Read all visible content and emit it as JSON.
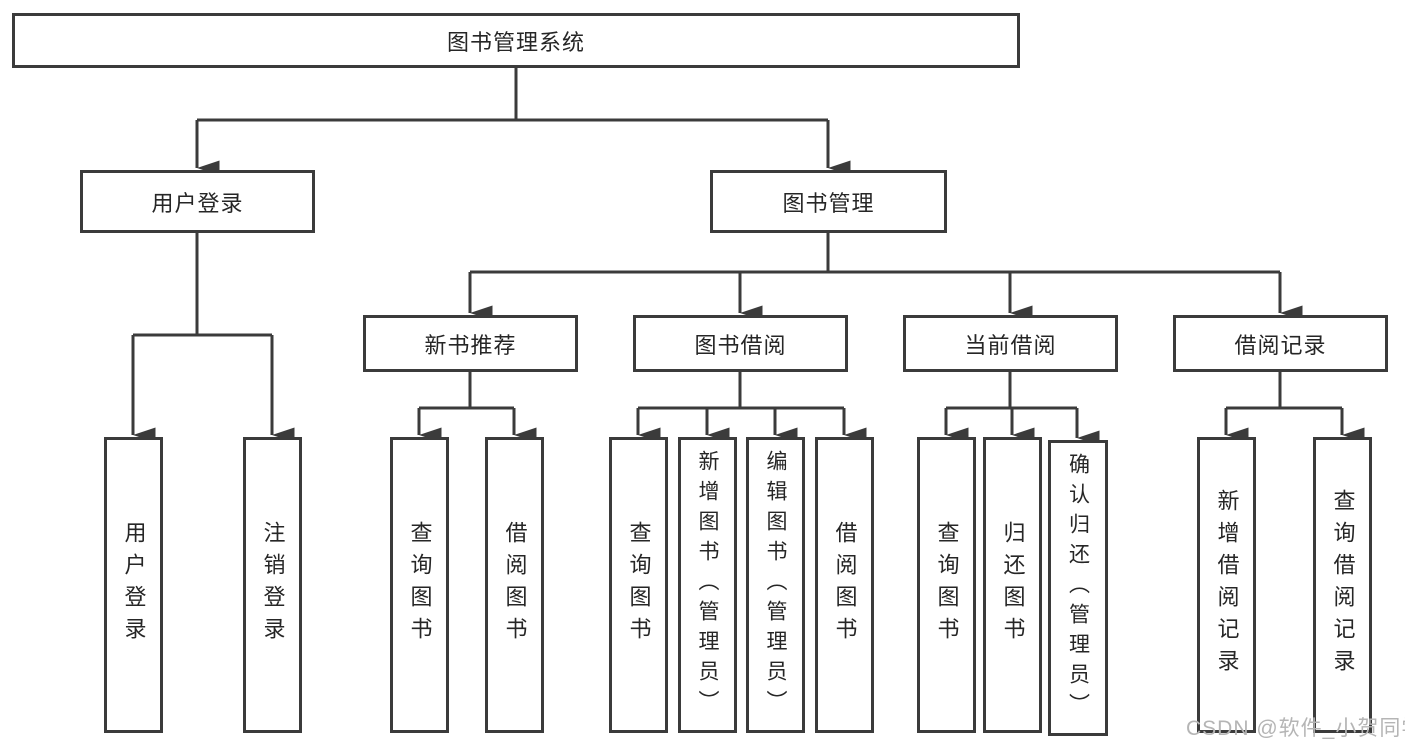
{
  "tree": {
    "label": "图书管理系统",
    "children": [
      {
        "label": "用户登录",
        "children": [
          {
            "label": "用户登录"
          },
          {
            "label": "注销登录"
          }
        ]
      },
      {
        "label": "图书管理",
        "children": [
          {
            "label": "新书推荐",
            "children": [
              {
                "label": "查询图书"
              },
              {
                "label": "借阅图书"
              }
            ]
          },
          {
            "label": "图书借阅",
            "children": [
              {
                "label": "查询图书"
              },
              {
                "label": "新增图书（管理员）"
              },
              {
                "label": "编辑图书（管理员）"
              },
              {
                "label": "借阅图书"
              }
            ]
          },
          {
            "label": "当前借阅",
            "children": [
              {
                "label": "查询图书"
              },
              {
                "label": "归还图书"
              },
              {
                "label": "确认归还（管理员）"
              }
            ]
          },
          {
            "label": "借阅记录",
            "children": [
              {
                "label": "新增借阅记录"
              },
              {
                "label": "查询借阅记录"
              }
            ]
          }
        ]
      }
    ]
  },
  "watermark": "CSDN @软件_小贺同学",
  "colors": {
    "line": "#3b3b3b",
    "text": "#262626",
    "background": "#ffffff",
    "watermark": "#b5b5b5"
  }
}
